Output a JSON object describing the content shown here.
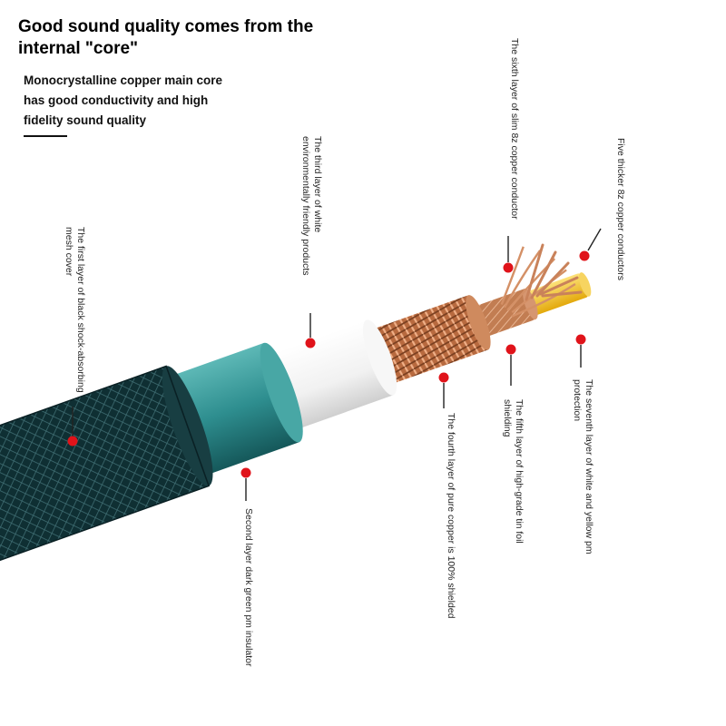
{
  "header": {
    "title": "Good sound quality comes from the internal \"core\"",
    "subtitle": "Monocrystalline copper main core has good conductivity and high fidelity sound quality"
  },
  "colors": {
    "marker": "#e0131a",
    "outer_mesh": "#0f2f33",
    "green_insulator": "#2e8e8f",
    "white_layer": "#f4f4f4",
    "copper": "#c87a4e",
    "yellow_core": "#f2c31a"
  },
  "labels": [
    {
      "id": "mesh",
      "text": "The first layer of black shock-absorbing mesh cover"
    },
    {
      "id": "green",
      "text": "Second layer dark green pm insulator"
    },
    {
      "id": "white",
      "text": "The third layer of white environmentally friendly products"
    },
    {
      "id": "copper",
      "text": "The fourth layer of pure copper is 100% shielded"
    },
    {
      "id": "foil",
      "text": "The fifth layer of high-grade tin foil shielding"
    },
    {
      "id": "slim",
      "text": "The sixth layer of slim 8z copper conductor"
    },
    {
      "id": "yellow",
      "text": "The seventh layer of white and yellow pm protection"
    },
    {
      "id": "thick",
      "text": "Five thicker 8z copper conductors"
    }
  ]
}
